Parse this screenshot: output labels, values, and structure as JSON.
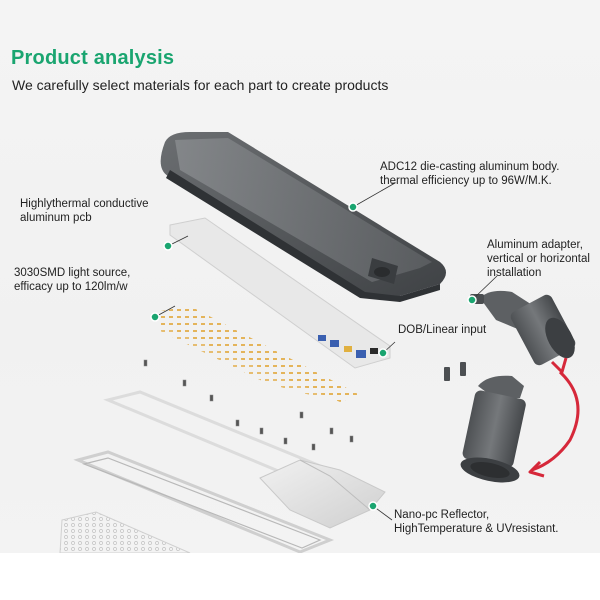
{
  "header": {
    "title": "Product analysis",
    "subtitle": "We carefully select materials for each part to create products"
  },
  "callouts": {
    "body": {
      "line1": "ADC12 die-casting aluminum body.",
      "line2": "thermal efficiency up to 96W/M.K."
    },
    "pcb": {
      "line1": "Highlythermal conductive",
      "line2": "aluminum pcb"
    },
    "light_source": {
      "line1": "3030SMD light source,",
      "line2": "efficacy up to 120lm/w"
    },
    "adapter": {
      "line1": "Aluminum adapter,",
      "line2": "vertical or horizontal",
      "line3": "installation"
    },
    "input": {
      "line1": "DOB/Linear input"
    },
    "reflector": {
      "line1": "Nano-pc Reflector,",
      "line2": "HighTemperature & UVresistant."
    }
  },
  "colors": {
    "accent": "#1aa570",
    "rotate_arrow": "#d6283a",
    "housing": "#56595c"
  }
}
